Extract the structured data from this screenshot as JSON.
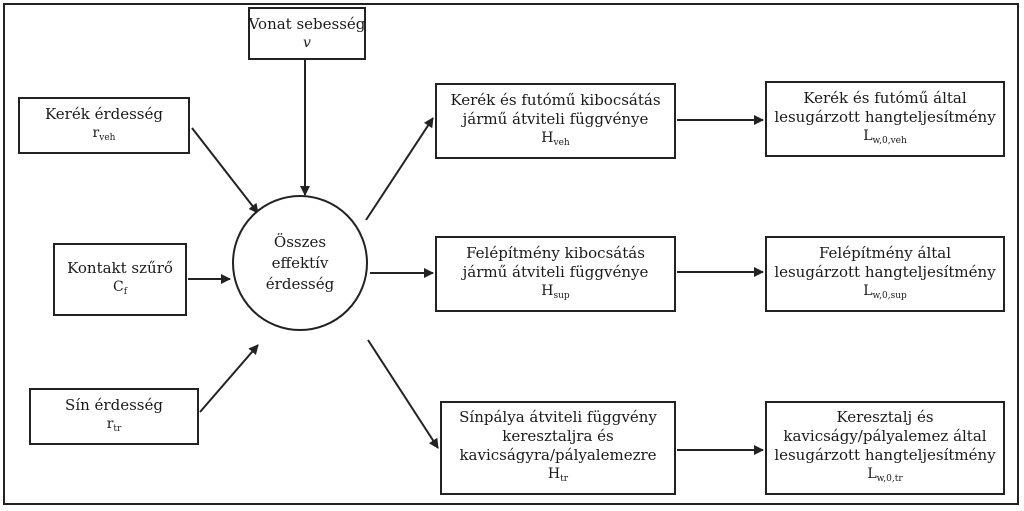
{
  "inputs": {
    "speed": {
      "line1": "Vonat sebesség",
      "symbol": "v"
    },
    "wheel": {
      "line1": "Kerék érdesség",
      "symbol": "r",
      "sub": "veh"
    },
    "contact": {
      "line1": "Kontakt szűrő",
      "symbol": "C",
      "sub": "f"
    },
    "rail": {
      "line1": "Sín érdesség",
      "symbol": "r",
      "sub": "tr"
    }
  },
  "center": {
    "lines": [
      "Összes",
      "effektív",
      "érdesség"
    ]
  },
  "transfer": {
    "vehicle": {
      "lines": [
        "Kerék és futómű kibocsátás",
        "jármű átviteli függvénye"
      ],
      "symbol": "H",
      "sub": "veh"
    },
    "superstructure": {
      "lines": [
        "Felépítmény kibocsátás",
        "jármű átviteli függvénye"
      ],
      "symbol": "H",
      "sub": "sup"
    },
    "track": {
      "lines": [
        "Sínpálya átviteli függvény",
        "keresztaljra és",
        "kavicságyra/pályalemezre"
      ],
      "symbol": "H",
      "sub": "tr"
    }
  },
  "outputs": {
    "vehicle": {
      "lines": [
        "Kerék és futómű által",
        "lesugárzott hangteljesítmény"
      ],
      "symbol": "L",
      "sub": "w,0,veh"
    },
    "superstructure": {
      "lines": [
        "Felépítmény által",
        "lesugárzott hangteljesítmény"
      ],
      "symbol": "L",
      "sub": "w,0,sup"
    },
    "track": {
      "lines": [
        "Keresztalj és",
        "kavicságy/pályalemez által",
        "lesugárzott hangteljesítmény"
      ],
      "symbol": "L",
      "sub": "w,0,tr"
    }
  }
}
